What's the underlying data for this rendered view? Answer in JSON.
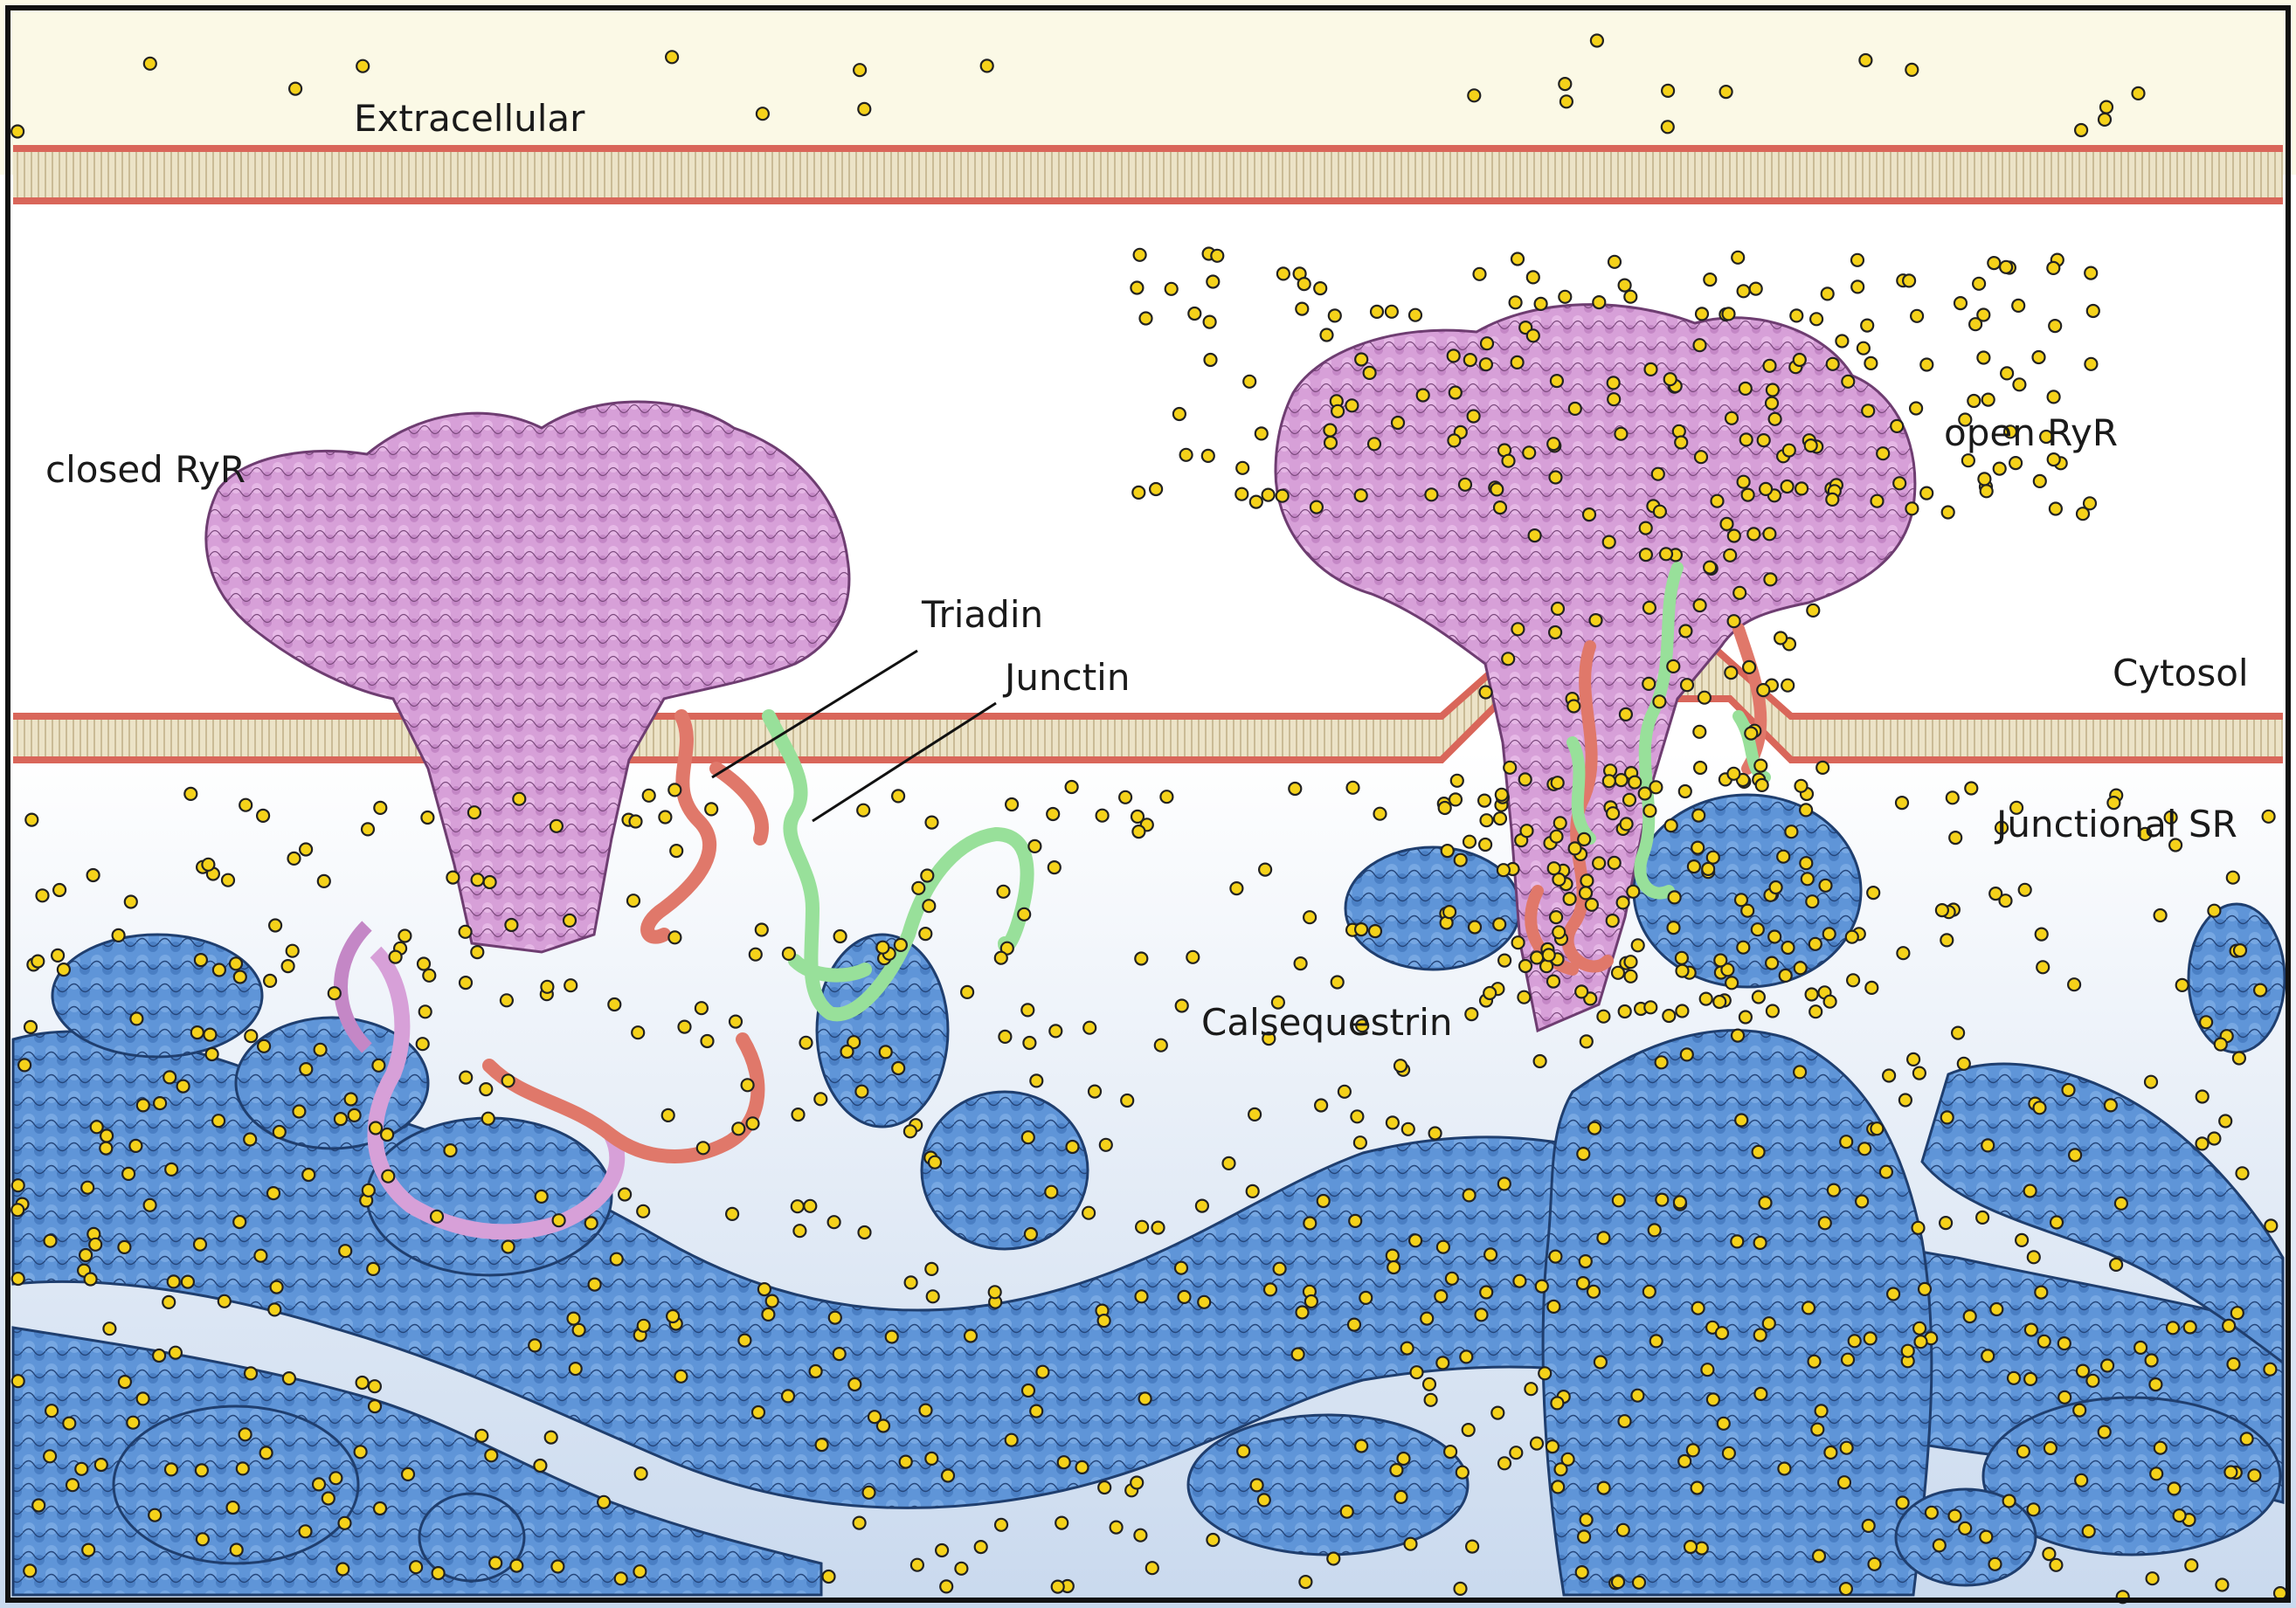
{
  "labels": {
    "extracellular": "Extracellular",
    "closed_ryr": "closed RyR",
    "open_ryr": "open RyR",
    "triadin": "Triadin",
    "junctin": "Junctin",
    "cytosol": "Cytosol",
    "junctional_sr": "Junctional SR",
    "calsequestrin": "Calsequestrin"
  },
  "colors": {
    "extracellular_bg": "#fbf9e6",
    "sr_gradient_top": "#ffffff",
    "sr_gradient_bottom": "#c9d9ee",
    "membrane_head": "#d9665a",
    "membrane_tail": "#e6dcc0",
    "ryr": "#d7a0d8",
    "triadin": "#e0786a",
    "junctin": "#98e09a",
    "calsequestrin": "#5f95d8",
    "calcium_ion": "#f5d21a",
    "frame": "#111111"
  }
}
